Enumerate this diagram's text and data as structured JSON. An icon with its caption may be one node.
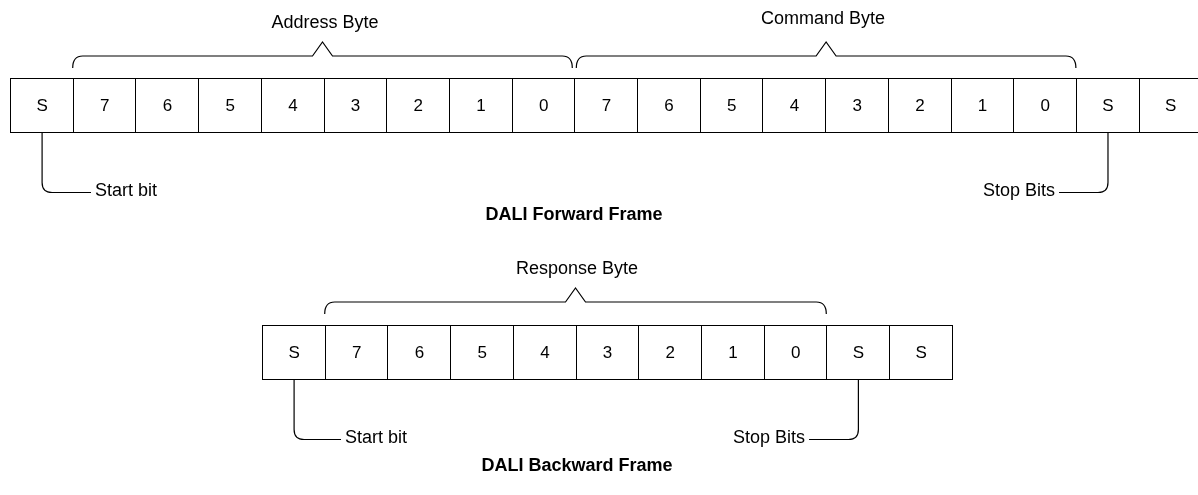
{
  "diagram": {
    "nodes": [
      {
        "text": [
          "S"
        ]
      },
      {
        "text": [
          "7"
        ]
      },
      {
        "text": [
          "6"
        ]
      },
      {
        "text": [
          "5"
        ]
      },
      {
        "text": [
          "4"
        ]
      },
      {
        "text": [
          "3"
        ]
      },
      {
        "text": [
          "2"
        ]
      },
      {
        "text": [
          "1"
        ]
      },
      {
        "text": [
          "0"
        ]
      },
      {
        "text": [
          "7"
        ]
      },
      {
        "text": [
          "6"
        ]
      },
      {
        "text": [
          "5"
        ]
      },
      {
        "text": [
          "4"
        ]
      },
      {
        "text": [
          "3"
        ]
      },
      {
        "text": [
          "2"
        ]
      },
      {
        "text": [
          "1"
        ]
      },
      {
        "text": [
          "0"
        ]
      },
      {
        "text": [
          "S"
        ]
      },
      {
        "text": [
          "S"
        ]
      },
      {
        "text": [
          "Start bit"
        ]
      },
      {
        "text": [
          "Stop Bits"
        ]
      },
      {
        "text": [
          "S"
        ]
      },
      {
        "text": [
          "7"
        ]
      },
      {
        "text": [
          "6"
        ]
      },
      {
        "text": [
          "5"
        ]
      },
      {
        "text": [
          "4"
        ]
      },
      {
        "text": [
          "3"
        ]
      },
      {
        "text": [
          "2"
        ]
      },
      {
        "text": [
          "1"
        ]
      },
      {
        "text": [
          "0"
        ]
      },
      {
        "text": [
          "S"
        ]
      },
      {
        "text": [
          "S"
        ]
      },
      {
        "text": [
          "Start bit"
        ]
      },
      {
        "text": [
          "Stop Bits"
        ]
      }
    ],
    "edges": [
      {
        "from": 19,
        "to": 0,
        "arrow": "none"
      },
      {
        "from": 20,
        "to": 17,
        "arrow": "none"
      },
      {
        "from": 32,
        "to": 21,
        "arrow": "none"
      },
      {
        "from": 33,
        "to": 30,
        "arrow": "none"
      }
    ],
    "labels": [
      "Address Byte",
      "Command Byte",
      "DALI Forward Frame",
      "Response Byte",
      "DALI Backward Frame"
    ]
  }
}
